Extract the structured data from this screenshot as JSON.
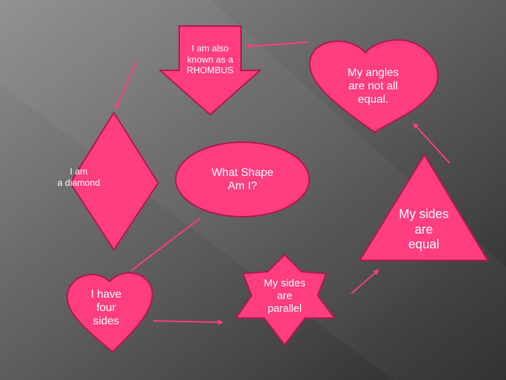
{
  "colors": {
    "shape_fill": "#ff3d7f",
    "shape_stroke": "#b0174e",
    "arrow": "#ff3d7f",
    "background_light": "#8a8a8a",
    "background_dark": "#2a2a2a"
  },
  "shapes": {
    "rhombus_arrow": {
      "lines": [
        "I am also",
        "known as a",
        "RHOMBUS"
      ]
    },
    "heart_top": {
      "lines": [
        "My angles",
        "are not all",
        "equal."
      ]
    },
    "diamond": {
      "lines": [
        "I am",
        "a diamond"
      ]
    },
    "center_ellipse": {
      "lines": [
        "What Shape",
        "Am I?"
      ]
    },
    "triangle": {
      "lines": [
        "My sides",
        "are",
        "equal"
      ]
    },
    "heart_bottom": {
      "lines": [
        "I have",
        "four",
        "sides"
      ]
    },
    "star": {
      "lines": [
        "My sides",
        "are",
        "parallel"
      ]
    }
  }
}
